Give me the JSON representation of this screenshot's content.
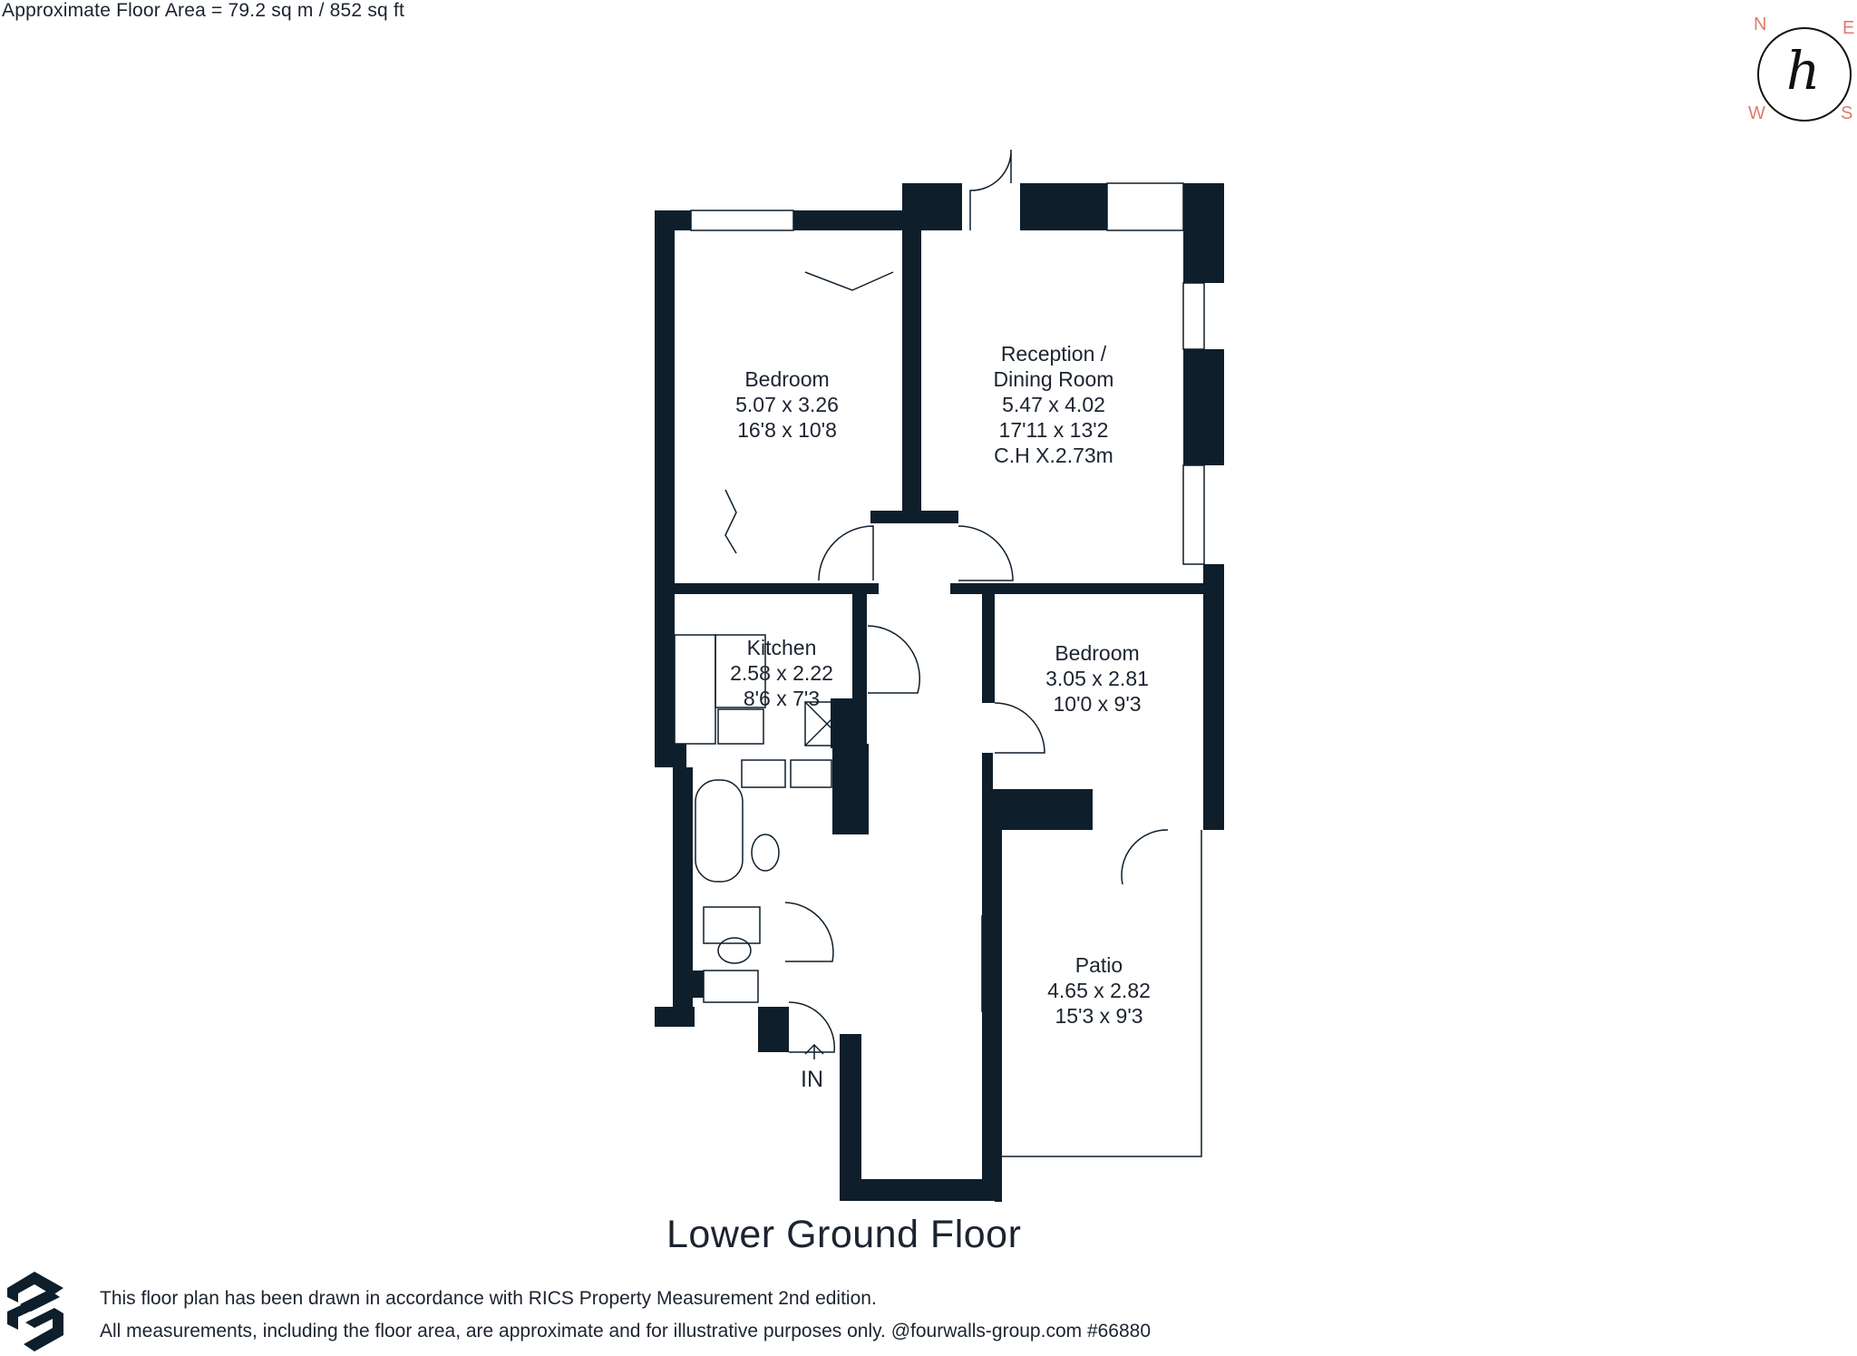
{
  "header": {
    "floor_area": "Approximate Floor Area = 79.2 sq m / 852 sq ft"
  },
  "compass": {
    "north": "N",
    "east": "E",
    "west": "W",
    "south": "S",
    "logo_icon": "handwritten-h-logo",
    "accent_color": "#e07a6e"
  },
  "plan": {
    "wall_color": "#0e1e2b",
    "rooms": [
      {
        "name": "Bedroom",
        "metric": "5.07 x 3.26",
        "imperial": "16'8 x 10'8",
        "extra": ""
      },
      {
        "name": "Reception /",
        "name2": "Dining Room",
        "metric": "5.47 x 4.02",
        "imperial": "17'11 x 13'2",
        "extra": "C.H X.2.73m"
      },
      {
        "name": "Kitchen",
        "metric": "2.58 x 2.22",
        "imperial": "8'6 x 7'3",
        "extra": ""
      },
      {
        "name": "Bedroom",
        "metric": "3.05 x 2.81",
        "imperial": "10'0 x 9'3",
        "extra": ""
      },
      {
        "name": "Patio",
        "metric": "4.65 x 2.82",
        "imperial": "15'3 x 9'3",
        "extra": ""
      }
    ],
    "entrance_label": "IN",
    "floor_name": "Lower Ground Floor"
  },
  "footer": {
    "line1": "This floor plan has been drawn in accordance with RICS Property Measurement 2nd edition.",
    "line2": "All measurements, including the floor area, are approximate and for illustrative purposes only. @fourwalls-group.com #66880",
    "logo_icon": "fourwalls-logo"
  }
}
